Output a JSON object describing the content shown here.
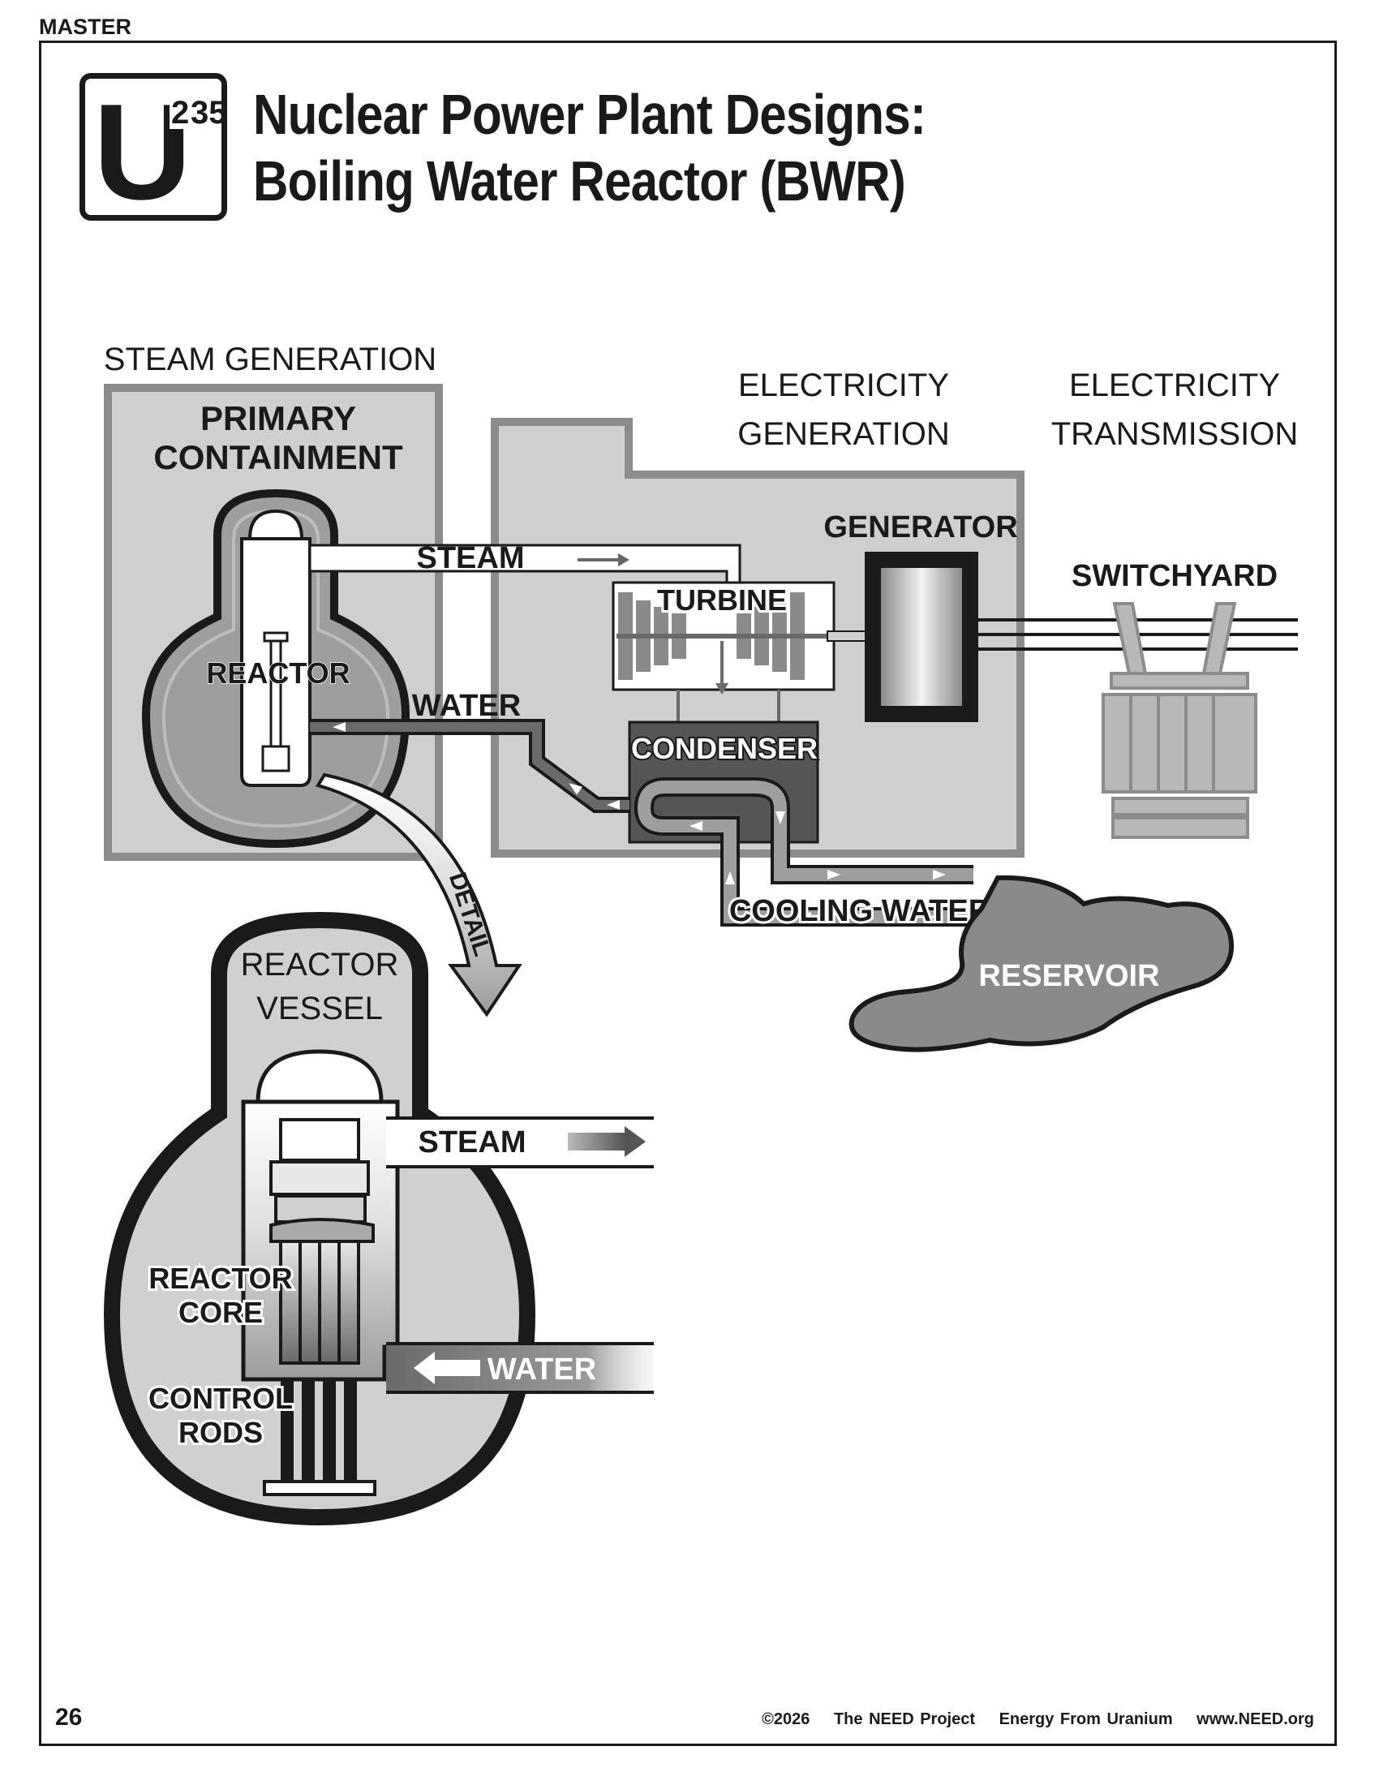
{
  "header": {
    "master_label": "MASTER",
    "logo_letter": "U",
    "logo_superscript_a": "2",
    "logo_superscript_b": "35",
    "title_line1": "Nuclear Power Plant Designs:",
    "title_line2": "Boiling Water Reactor (BWR)"
  },
  "sections": {
    "steam_generation": "STEAM GENERATION",
    "electricity_generation_line1": "ELECTRICITY",
    "electricity_generation_line2": "GENERATION",
    "electricity_transmission_line1": "ELECTRICITY",
    "electricity_transmission_line2": "TRANSMISSION"
  },
  "labels": {
    "primary_containment_line1": "PRIMARY",
    "primary_containment_line2": "CONTAINMENT",
    "reactor": "REACTOR",
    "steam": "STEAM",
    "water": "WATER",
    "turbine": "TURBINE",
    "generator": "GENERATOR",
    "switchyard": "SWITCHYARD",
    "condenser": "CONDENSER",
    "cooling_water": "COOLING WATER",
    "reservoir": "RESERVOIR",
    "detail": "DETAIL"
  },
  "detail": {
    "reactor_vessel_line1": "REACTOR",
    "reactor_vessel_line2": "VESSEL",
    "steam": "STEAM",
    "water": "WATER",
    "reactor_core_line1": "REACTOR",
    "reactor_core_line2": "CORE",
    "control_rods_line1": "CONTROL",
    "control_rods_line2": "RODS"
  },
  "footer": {
    "page_number": "26",
    "copyright": "©2026",
    "organization": "The NEED Project",
    "publication": "Energy From Uranium",
    "website": "www.NEED.org"
  }
}
